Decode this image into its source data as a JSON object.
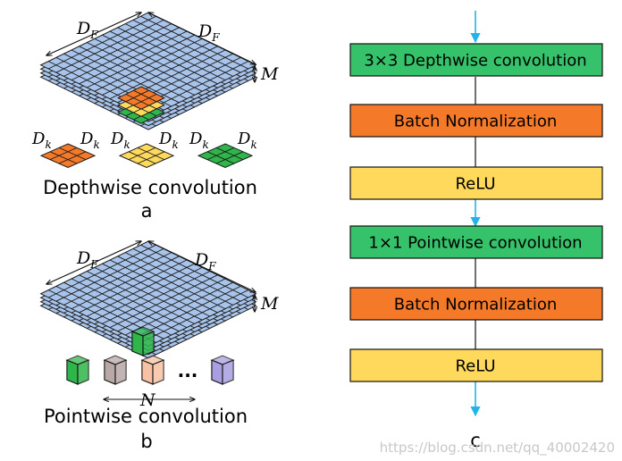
{
  "colors": {
    "grid_fill": "#a9c4ea",
    "grid_line": "#1a1a1a",
    "orange": "#f47a2a",
    "yellow": "#ffd95c",
    "green": "#2fb64a",
    "depthwise_block": "#36c26a",
    "bn_block": "#f47a2a",
    "relu_block": "#ffd95c",
    "arrow_cyan": "#22b4e8",
    "cube_green": "#2fb64a",
    "cube_gray": "#b9a8a8",
    "cube_peach": "#f7c2a3",
    "cube_lavender": "#a89ee0"
  },
  "panel_a": {
    "dim_top_left": "D",
    "dim_top_left_sub": "F",
    "dim_top_right": "D",
    "dim_top_right_sub": "F",
    "dim_depth": "M",
    "kernel_labels": [
      {
        "main": "D",
        "sub": "k"
      },
      {
        "main": "D",
        "sub": "k"
      },
      {
        "main": "D",
        "sub": "k"
      },
      {
        "main": "D",
        "sub": "k"
      },
      {
        "main": "D",
        "sub": "k"
      },
      {
        "main": "D",
        "sub": "k"
      }
    ],
    "title": "Depthwise convolution",
    "letter": "a"
  },
  "panel_b": {
    "dim_top_left": "D",
    "dim_top_left_sub": "F",
    "dim_top_right": "D",
    "dim_top_right_sub": "F",
    "dim_depth": "M",
    "ellipsis": "...",
    "dim_n": "N",
    "title": "Pointwise convolution",
    "letter": "b"
  },
  "panel_c": {
    "blocks": [
      {
        "label": "3×3 Depthwise convolution",
        "kind": "depthwise"
      },
      {
        "label": "Batch Normalization",
        "kind": "bn"
      },
      {
        "label": "ReLU",
        "kind": "relu"
      },
      {
        "label": "1×1 Pointwise convolution",
        "kind": "depthwise"
      },
      {
        "label": "Batch Normalization",
        "kind": "bn"
      },
      {
        "label": "ReLU",
        "kind": "relu"
      }
    ],
    "letter": "c"
  },
  "watermark": "https://blog.csdn.net/qq_40002420"
}
